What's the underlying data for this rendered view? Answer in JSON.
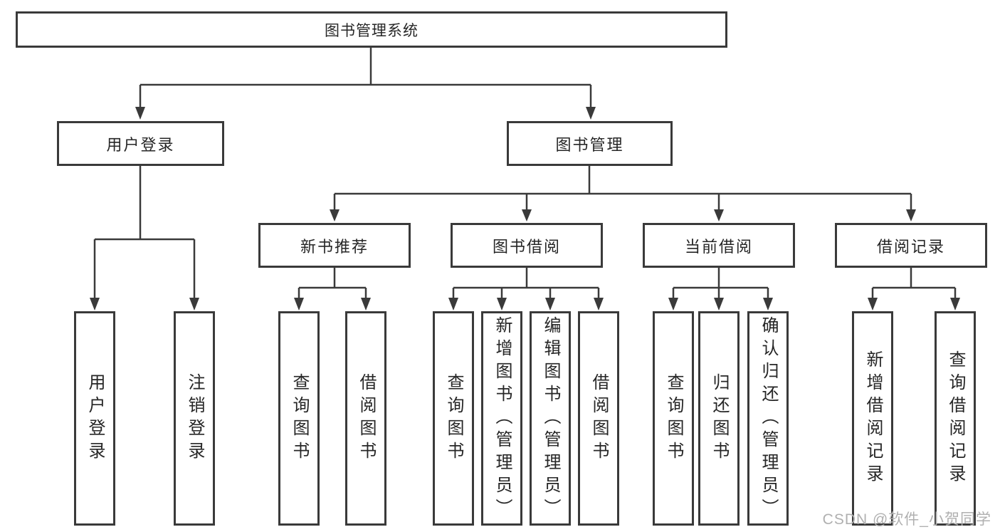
{
  "tree": {
    "label": "图书管理系统",
    "children": [
      {
        "label": "用户登录",
        "children": [
          {
            "label": "用户登录"
          },
          {
            "label": "注销登录"
          }
        ]
      },
      {
        "label": "图书管理",
        "children": [
          {
            "label": "新书推荐",
            "children": [
              {
                "label": "查询图书"
              },
              {
                "label": "借阅图书"
              }
            ]
          },
          {
            "label": "图书借阅",
            "children": [
              {
                "label": "查询图书"
              },
              {
                "label": "新增图书（管理员）"
              },
              {
                "label": "编辑图书（管理员）"
              },
              {
                "label": "借阅图书"
              }
            ]
          },
          {
            "label": "当前借阅",
            "children": [
              {
                "label": "查询图书"
              },
              {
                "label": "归还图书"
              },
              {
                "label": "确认归还（管理员）"
              }
            ]
          },
          {
            "label": "借阅记录",
            "children": [
              {
                "label": "新增借阅记录"
              },
              {
                "label": "查询借阅记录"
              }
            ]
          }
        ]
      }
    ]
  },
  "watermark": {
    "text": "CSDN @软件_小贺同学"
  },
  "colors": {
    "line": "#3a3a3a",
    "box_border": "#3a3a3a",
    "text": "#262626",
    "watermark": "#b0b0b0",
    "background": "#ffffff"
  }
}
